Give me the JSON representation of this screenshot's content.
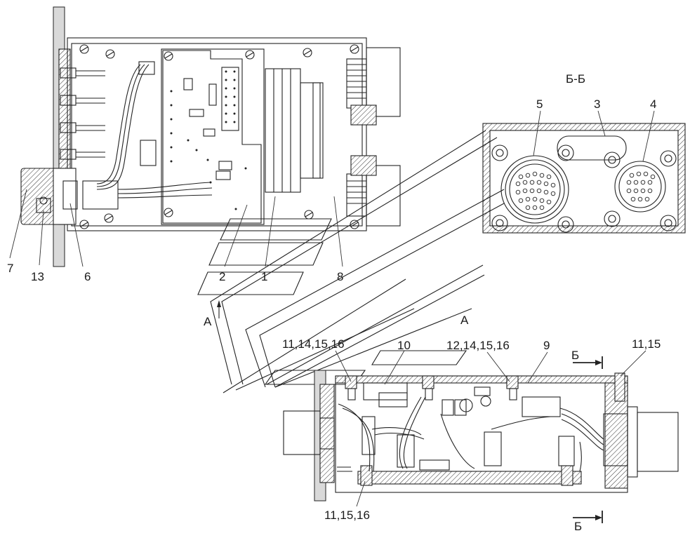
{
  "labels": {
    "section_bb": "Б-Б",
    "callout_7": "7",
    "callout_13": "13",
    "callout_6": "6",
    "callout_2": "2",
    "callout_1": "1",
    "callout_8": "8",
    "callout_5": "5",
    "callout_3": "3",
    "callout_4": "4",
    "view_a_left": "А",
    "view_a_right": "А",
    "callout_11_14_15_16": "11,14,15,16",
    "callout_10": "10",
    "callout_12_14_15_16": "12,14,15,16",
    "callout_9": "9",
    "callout_11_15": "11,15",
    "callout_11_15_16": "11,15,16",
    "section_b_top": "Б",
    "section_b_bottom": "Б"
  }
}
